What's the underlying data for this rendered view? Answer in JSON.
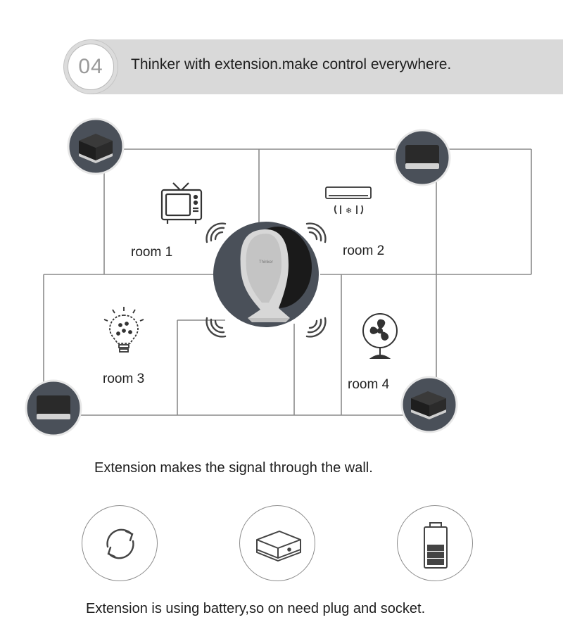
{
  "header": {
    "step_number": "04",
    "title": "Thinker with extension.make control everywhere."
  },
  "rooms": [
    {
      "label": "room 1",
      "device_icon": "tv-icon"
    },
    {
      "label": "room 2",
      "device_icon": "air-conditioner-icon"
    },
    {
      "label": "room 3",
      "device_icon": "light-bulb-icon"
    },
    {
      "label": "room 4",
      "device_icon": "fan-icon"
    }
  ],
  "hub": {
    "icon": "smart-hub-speaker-icon",
    "brand_text": "Thinker"
  },
  "extensions": {
    "icon": "extension-box-icon",
    "count": 4
  },
  "captions": {
    "signal": "Extension makes the signal through the wall.",
    "battery": "Extension is using battery,so on need plug and socket."
  },
  "features": [
    {
      "icon": "sync-arrows-icon"
    },
    {
      "icon": "extension-box-outline-icon"
    },
    {
      "icon": "battery-icon"
    }
  ],
  "colors": {
    "header_bar": "#d9d9d9",
    "device_circle": "#4a5059",
    "wall_line": "#8a8a8a",
    "text": "#222222"
  }
}
